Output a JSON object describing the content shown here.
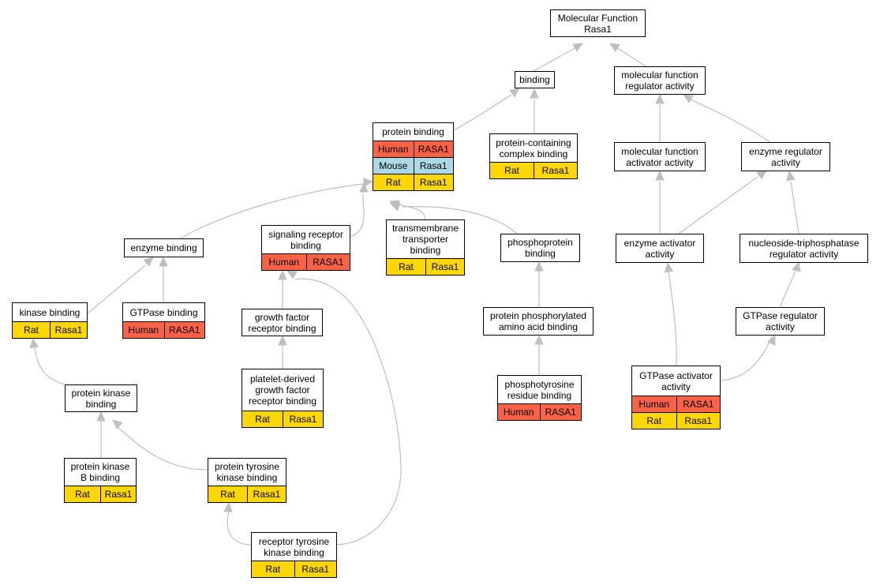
{
  "colors": {
    "edge": "#bfbfbf",
    "human": "#fa6247",
    "mouse": "#add8e6",
    "rat": "#ffd700"
  },
  "nodes": [
    {
      "id": "mf",
      "label": "Molecular Function\nRasa1",
      "genes": []
    },
    {
      "id": "binding",
      "label": "binding",
      "genes": []
    },
    {
      "id": "mfra",
      "label": "molecular function\nregulator activity",
      "genes": []
    },
    {
      "id": "pb",
      "label": "protein binding",
      "genes": [
        {
          "species": "Human",
          "gene": "RASA1",
          "key": "human"
        },
        {
          "species": "Mouse",
          "gene": "Rasa1",
          "key": "mouse"
        },
        {
          "species": "Rat",
          "gene": "Rasa1",
          "key": "rat"
        }
      ]
    },
    {
      "id": "pccb",
      "label": "protein-containing\ncomplex binding",
      "genes": [
        {
          "species": "Rat",
          "gene": "Rasa1",
          "key": "rat"
        }
      ]
    },
    {
      "id": "mfaa",
      "label": "molecular function\nactivator activity",
      "genes": []
    },
    {
      "id": "era",
      "label": "enzyme regulator\nactivity",
      "genes": []
    },
    {
      "id": "eb",
      "label": "enzyme binding",
      "genes": []
    },
    {
      "id": "srb",
      "label": "signaling receptor\nbinding",
      "genes": [
        {
          "species": "Human",
          "gene": "RASA1",
          "key": "human"
        }
      ]
    },
    {
      "id": "ttb",
      "label": "transmembrane\ntransporter\nbinding",
      "genes": [
        {
          "species": "Rat",
          "gene": "Rasa1",
          "key": "rat"
        }
      ]
    },
    {
      "id": "ppb",
      "label": "phosphoprotein\nbinding",
      "genes": []
    },
    {
      "id": "eaa",
      "label": "enzyme activator\nactivity",
      "genes": []
    },
    {
      "id": "ntra",
      "label": "nucleoside-triphosphatase\nregulator activity",
      "genes": []
    },
    {
      "id": "kb",
      "label": "kinase binding",
      "genes": [
        {
          "species": "Rat",
          "gene": "Rasa1",
          "key": "rat"
        }
      ]
    },
    {
      "id": "gb",
      "label": "GTPase binding",
      "genes": [
        {
          "species": "Human",
          "gene": "RASA1",
          "key": "human"
        }
      ]
    },
    {
      "id": "gfrb",
      "label": "growth factor\nreceptor binding",
      "genes": []
    },
    {
      "id": "ppaab",
      "label": "protein phosphorylated\namino acid binding",
      "genes": []
    },
    {
      "id": "gra",
      "label": "GTPase regulator\nactivity",
      "genes": []
    },
    {
      "id": "pkbind",
      "label": "protein kinase\nbinding",
      "genes": []
    },
    {
      "id": "pdgfrb",
      "label": "platelet-derived\ngrowth factor\nreceptor binding",
      "genes": [
        {
          "species": "Rat",
          "gene": "Rasa1",
          "key": "rat"
        }
      ]
    },
    {
      "id": "ptrb",
      "label": "phosphotyrosine\nresidue binding",
      "genes": [
        {
          "species": "Human",
          "gene": "RASA1",
          "key": "human"
        }
      ]
    },
    {
      "id": "gaa",
      "label": "GTPase activator\nactivity",
      "genes": [
        {
          "species": "Human",
          "gene": "RASA1",
          "key": "human"
        },
        {
          "species": "Rat",
          "gene": "Rasa1",
          "key": "rat"
        }
      ]
    },
    {
      "id": "pkbb",
      "label": "protein kinase\nB binding",
      "genes": [
        {
          "species": "Rat",
          "gene": "Rasa1",
          "key": "rat"
        }
      ]
    },
    {
      "id": "ptkb",
      "label": "protein tyrosine\nkinase binding",
      "genes": [
        {
          "species": "Rat",
          "gene": "Rasa1",
          "key": "rat"
        }
      ]
    },
    {
      "id": "rtkb",
      "label": "receptor tyrosine\nkinase binding",
      "genes": [
        {
          "species": "Rat",
          "gene": "Rasa1",
          "key": "rat"
        }
      ]
    }
  ],
  "edges": [
    [
      "binding",
      "mf"
    ],
    [
      "mfra",
      "mf"
    ],
    [
      "pb",
      "binding"
    ],
    [
      "pccb",
      "binding"
    ],
    [
      "mfaa",
      "mfra"
    ],
    [
      "era",
      "mfra"
    ],
    [
      "eb",
      "pb"
    ],
    [
      "srb",
      "pb"
    ],
    [
      "ttb",
      "pb"
    ],
    [
      "ppb",
      "pb"
    ],
    [
      "eaa",
      "mfaa"
    ],
    [
      "eaa",
      "era"
    ],
    [
      "ntra",
      "era"
    ],
    [
      "kb",
      "eb"
    ],
    [
      "gb",
      "eb"
    ],
    [
      "gfrb",
      "srb"
    ],
    [
      "ppaab",
      "ppb"
    ],
    [
      "gra",
      "ntra"
    ],
    [
      "pkbind",
      "kb"
    ],
    [
      "pdgfrb",
      "gfrb"
    ],
    [
      "ptrb",
      "ppaab"
    ],
    [
      "gaa",
      "eaa"
    ],
    [
      "gaa",
      "gra"
    ],
    [
      "pkbb",
      "pkbind"
    ],
    [
      "ptkb",
      "pkbind"
    ],
    [
      "rtkb",
      "ptkb"
    ],
    [
      "rtkb",
      "srb"
    ]
  ]
}
